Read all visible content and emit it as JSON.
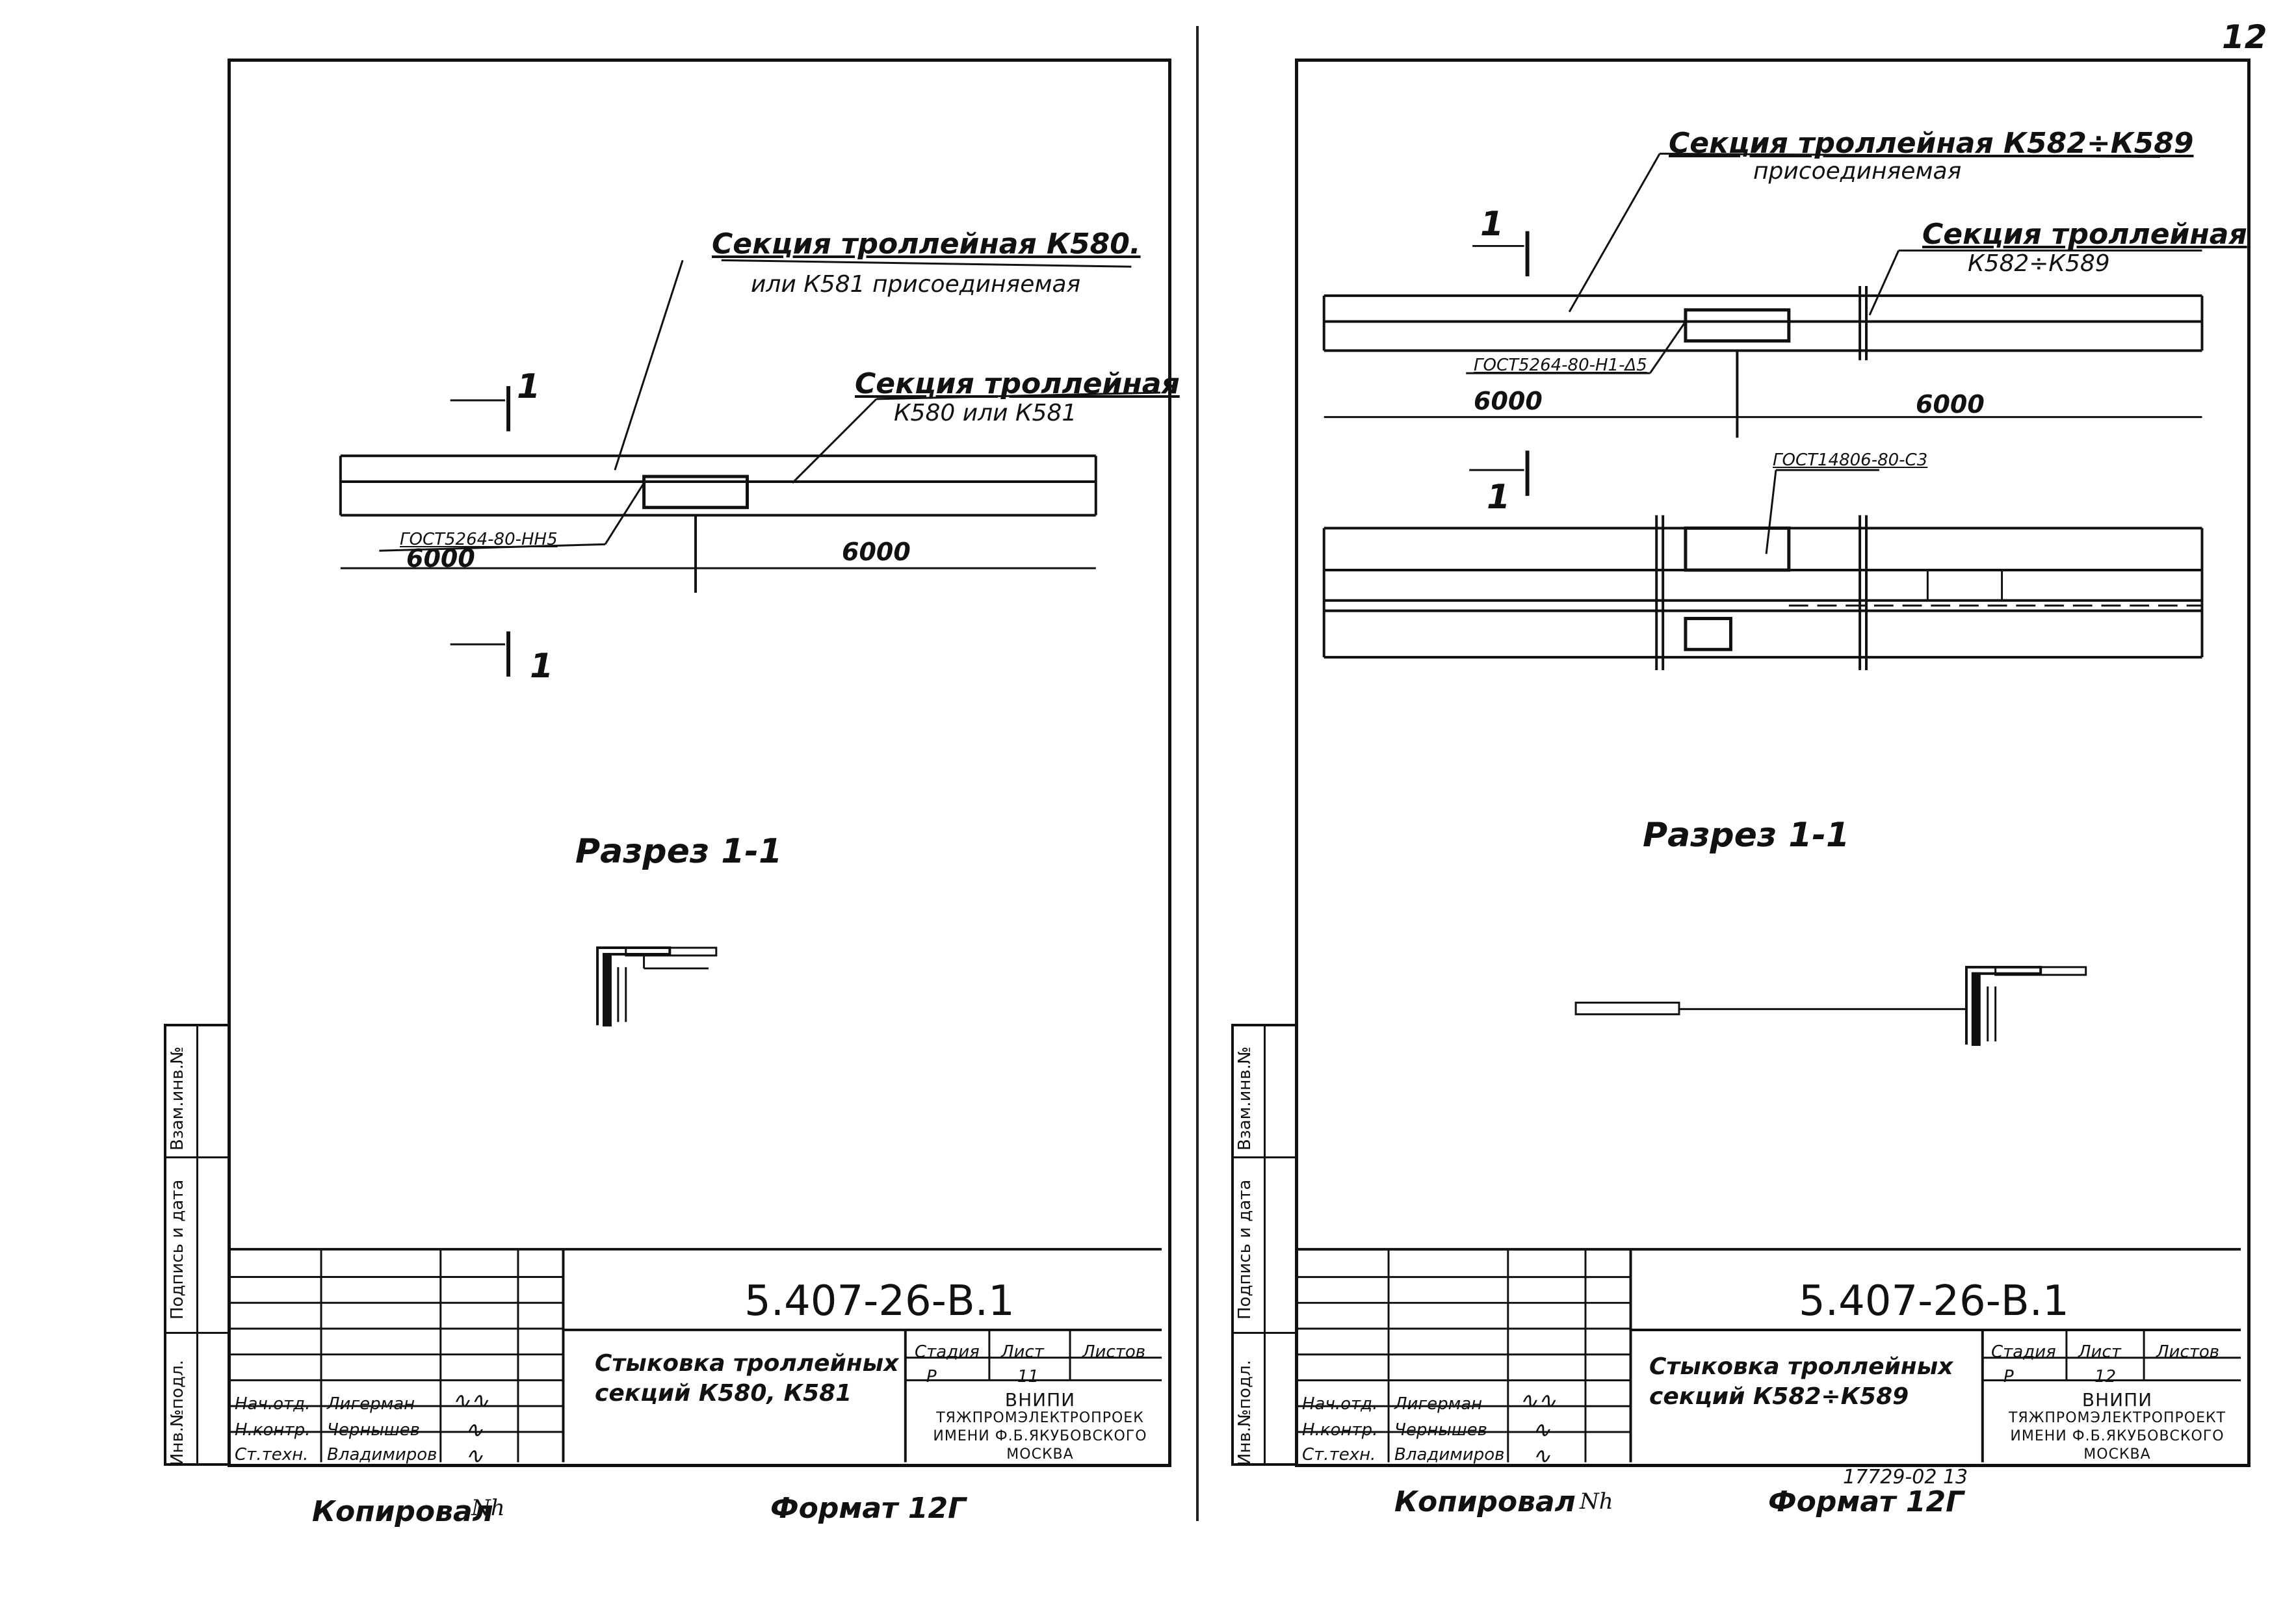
{
  "page_number": "12",
  "left": {
    "label_joined": "Секция троллейная К580.",
    "label_joined_2": "или К581 присоединяемая",
    "label_base": "Секция троллейная",
    "label_base_2": "К580 или К581",
    "gost": "ГОСТ5264-80-НН5",
    "dim_left": "6000",
    "dim_right": "6000",
    "mark_1": "1",
    "section_title": "Разрез 1-1",
    "code": "5.407-26-В.1",
    "title_line1": "Стыковка троллейных",
    "title_line2": "секций К580, К581",
    "stage_hdr": "Стадия",
    "sheet_hdr": "Лист",
    "sheets_hdr": "Листов",
    "stage": "Р",
    "sheet": "11",
    "org1": "ВНИПИ",
    "org2": "ТЯЖПРОМЭЛЕКТРОПРОЕК",
    "org3": "ИМЕНИ Ф.Б.ЯКУБОВСКОГО",
    "org4": "МОСКВА",
    "role1": "Нач.отд.",
    "name1": "Лигерман",
    "role2": "Н.контр.",
    "name2": "Чернышев",
    "role3": "Ст.техн.",
    "name3": "Владимиров",
    "copied": "Копировал",
    "format": "Формат 12Г"
  },
  "right": {
    "label_joined": "Секция троллейная К582÷К589",
    "label_joined_2": "присоединяемая",
    "label_base": "Секция троллейная",
    "label_base_2": "К582÷К589",
    "gost_top": "ГОСТ5264-80-Н1-Δ5",
    "gost_bottom": "ГОСТ14806-80-С3",
    "dim_left": "6000",
    "dim_right": "6000",
    "mark_1": "1",
    "section_title": "Разрез 1-1",
    "code": "5.407-26-В.1",
    "title_line1": "Стыковка троллейных",
    "title_line2": "секций К582÷К589",
    "stage_hdr": "Стадия",
    "sheet_hdr": "Лист",
    "sheets_hdr": "Листов",
    "stage": "Р",
    "sheet": "12",
    "org1": "ВНИПИ",
    "org2": "ТЯЖПРОМЭЛЕКТРОПРОЕКТ",
    "org3": "ИМЕНИ Ф.Б.ЯКУБОВСКОГО",
    "org4": "МОСКВА",
    "role1": "Нач.отд.",
    "name1": "Лигерман",
    "role2": "Н.контр.",
    "name2": "Чернышев",
    "role3": "Ст.техн.",
    "name3": "Владимиров",
    "copied": "Копировал",
    "format": "Формат 12Г",
    "archive": "17729-02  13"
  },
  "side_strip": {
    "inv_orig": "Инв.№подл.",
    "sign_date": "Подпись и дата",
    "replaced": "Взам.инв.№"
  }
}
